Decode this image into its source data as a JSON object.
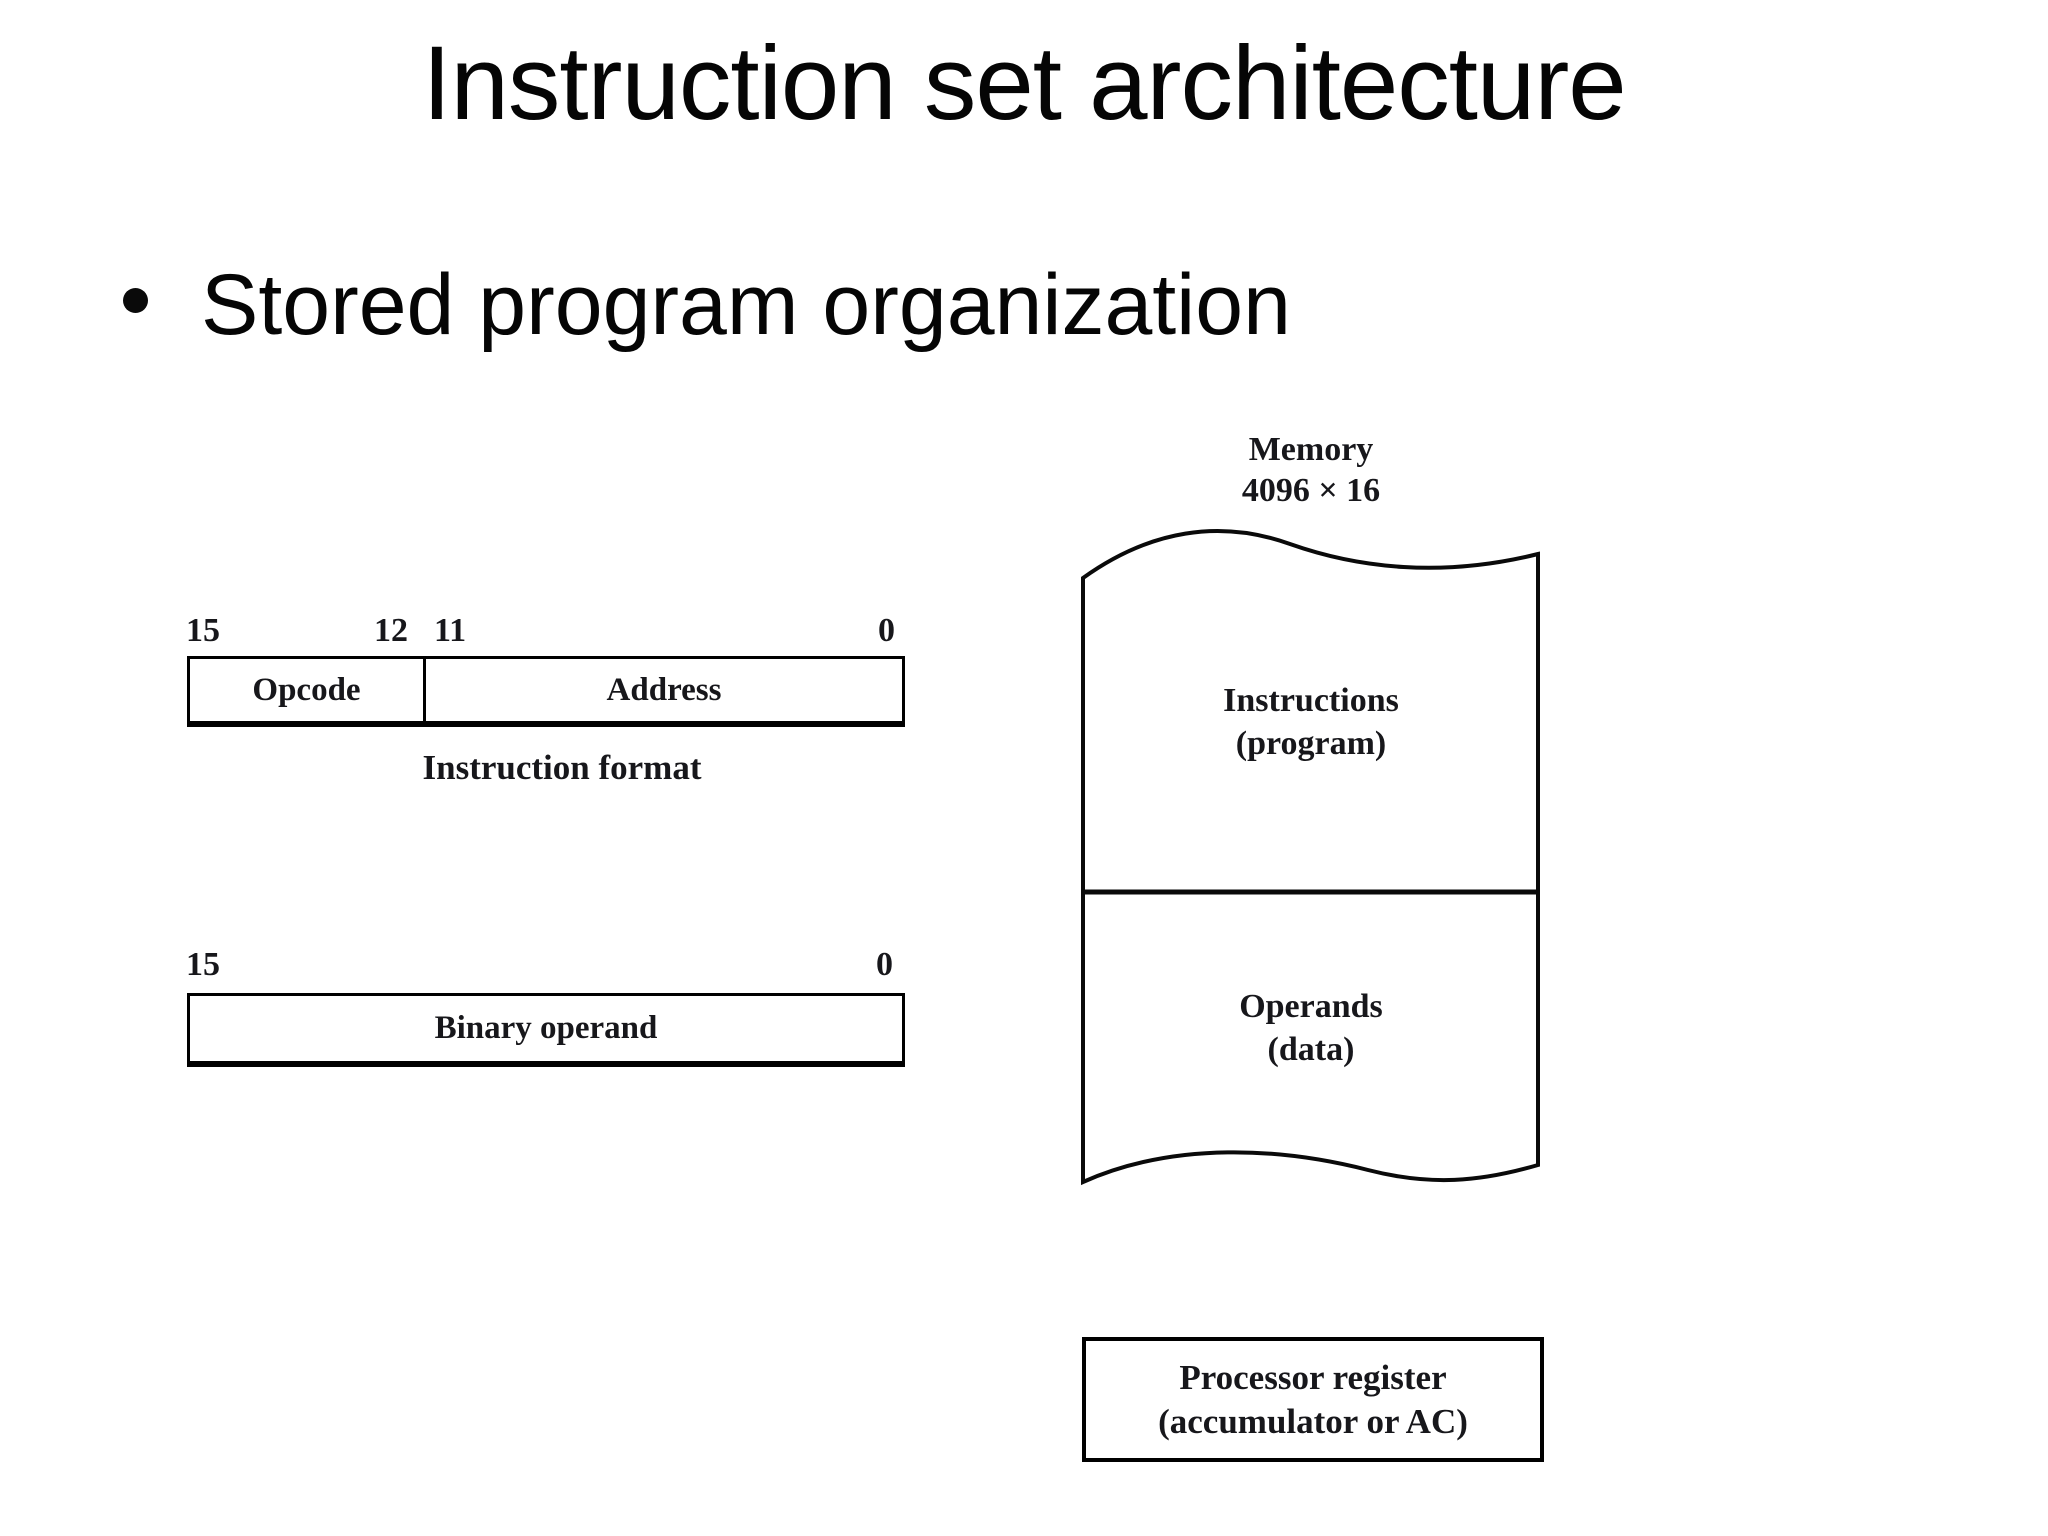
{
  "slide": {
    "title": "Instruction set architecture",
    "bullet_text": "Stored program organization"
  },
  "instruction_format": {
    "bit_label_15": "15",
    "bit_label_12": "12",
    "bit_label_11": "11",
    "bit_label_0": "0",
    "opcode_label": "Opcode",
    "address_label": "Address",
    "caption": "Instruction format"
  },
  "binary_operand": {
    "bit_label_15": "15",
    "bit_label_0": "0",
    "label": "Binary operand"
  },
  "memory": {
    "title": "Memory",
    "size": "4096 × 16",
    "instructions_line1": "Instructions",
    "instructions_line2": "(program)",
    "operands_line1": "Operands",
    "operands_line2": "(data)"
  },
  "processor_register": {
    "line1": "Processor register",
    "line2": "(accumulator or AC)"
  }
}
